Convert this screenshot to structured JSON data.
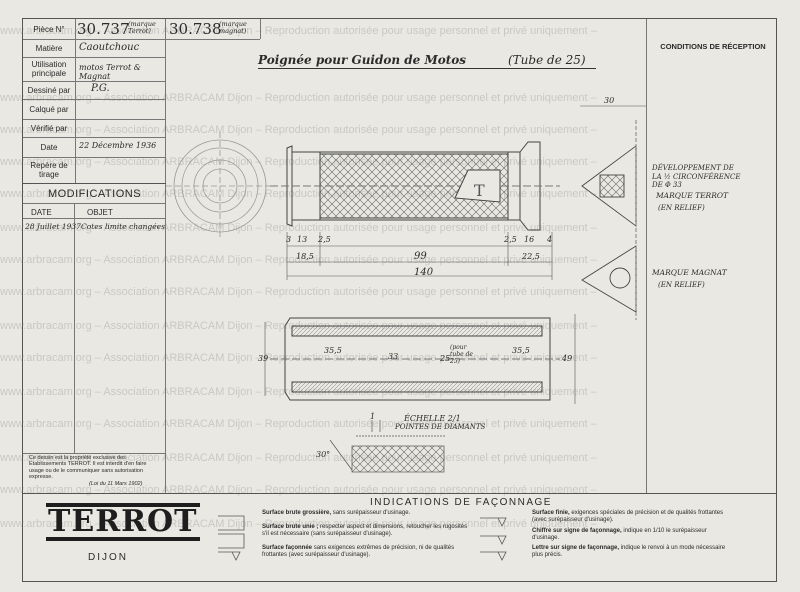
{
  "title_block": {
    "piece_label": "Pièce N°",
    "piece_no_1": "30.737",
    "piece_note_1": "(marque Terrot)",
    "piece_no_2": "30.738",
    "piece_note_2": "(marque magnat)",
    "matiere_label": "Matière",
    "matiere_value": "Caoutchouc",
    "utilisation_label": "Utilisation principale",
    "utilisation_value": "motos Terrot & Magnat",
    "dessine_label": "Dessiné par",
    "dessine_value": "P.G.",
    "calque_label": "Calqué par",
    "verifie_label": "Vérifié par",
    "date_label": "Date",
    "date_value": "22 Décembre 1936",
    "repere_label": "Repère de tirage"
  },
  "modifications": {
    "heading": "MODIFICATIONS",
    "col_date": "DATE",
    "col_objet": "OBJET",
    "entry_date": "28 Juillet 1937",
    "entry_objet": "Cotes limite changées"
  },
  "property_notice": {
    "text": "Ce dessin est la propriété exclusive des Etablissements TERROT. Il est interdit d'en faire usage ou de le communiquer sans autorisation expresse.",
    "stamp": "(Loi du 11 Mars 1902)"
  },
  "logo": {
    "brand": "TERROT",
    "city": "DIJON"
  },
  "drawing": {
    "title": "Poignée pour Guidon de Motos",
    "subtitle": "(Tube de 25)",
    "conditions_heading": "CONDITIONS DE RÉCEPTION",
    "dev_note": "Développement de la ½ circonférence de φ 33",
    "marque_terrot": "Marque Terrot",
    "en_relief_1": "(en relief)",
    "marque_magnat": "Marque Magnat",
    "en_relief_2": "(en relief)",
    "echelle": "Échelle 2/1",
    "pointes": "Pointes de diamants",
    "dims": {
      "d30": "30",
      "d99": "99",
      "d140": "140",
      "d185": "18,5",
      "d225": "22,5",
      "d3": "3",
      "d13": "13",
      "d25a": "2,5",
      "d25b": "2,5",
      "d16": "16",
      "d4": "4",
      "d39": "39",
      "d355a": "35,5",
      "d33": "33",
      "d25": "25",
      "d355b": "35,5",
      "d49": "49",
      "d30deg": "30°",
      "d1": "1",
      "tube_note": "(pour tube de 25)"
    }
  },
  "indications": {
    "heading": "INDICATIONS DE FAÇONNAGE",
    "items": [
      {
        "bold": "Surface brute grossière,",
        "text": "sans surépaisseur d'usinage."
      },
      {
        "bold": "Surface brute unie ;",
        "text": "respecter aspect et dimensions, retoucher les rugosités s'il est nécessaire (sans surépaisseur d'usinage)."
      },
      {
        "bold": "Surface façonnée",
        "text": "sans exigences extrêmes de précision, ni de qualités frottantes (avec surépaisseur d'usinage)."
      },
      {
        "bold": "Surface finie,",
        "text": "exigences spéciales de précision et de qualités frottantes (avec surépaisseur d'usinage)."
      },
      {
        "bold": "Chiffre sur signe de façonnage,",
        "text": "indique en 1/10 le surépaisseur d'usinage."
      },
      {
        "bold": "Lettre sur signe de façonnage,",
        "text": "indique le renvoi à un mode nécessaire plus précis."
      }
    ]
  },
  "watermark": "www.arbracam.org – Association ARBRACAM Dijon – Reproduction autorisée pour usage personnel et privé uniquement – "
}
